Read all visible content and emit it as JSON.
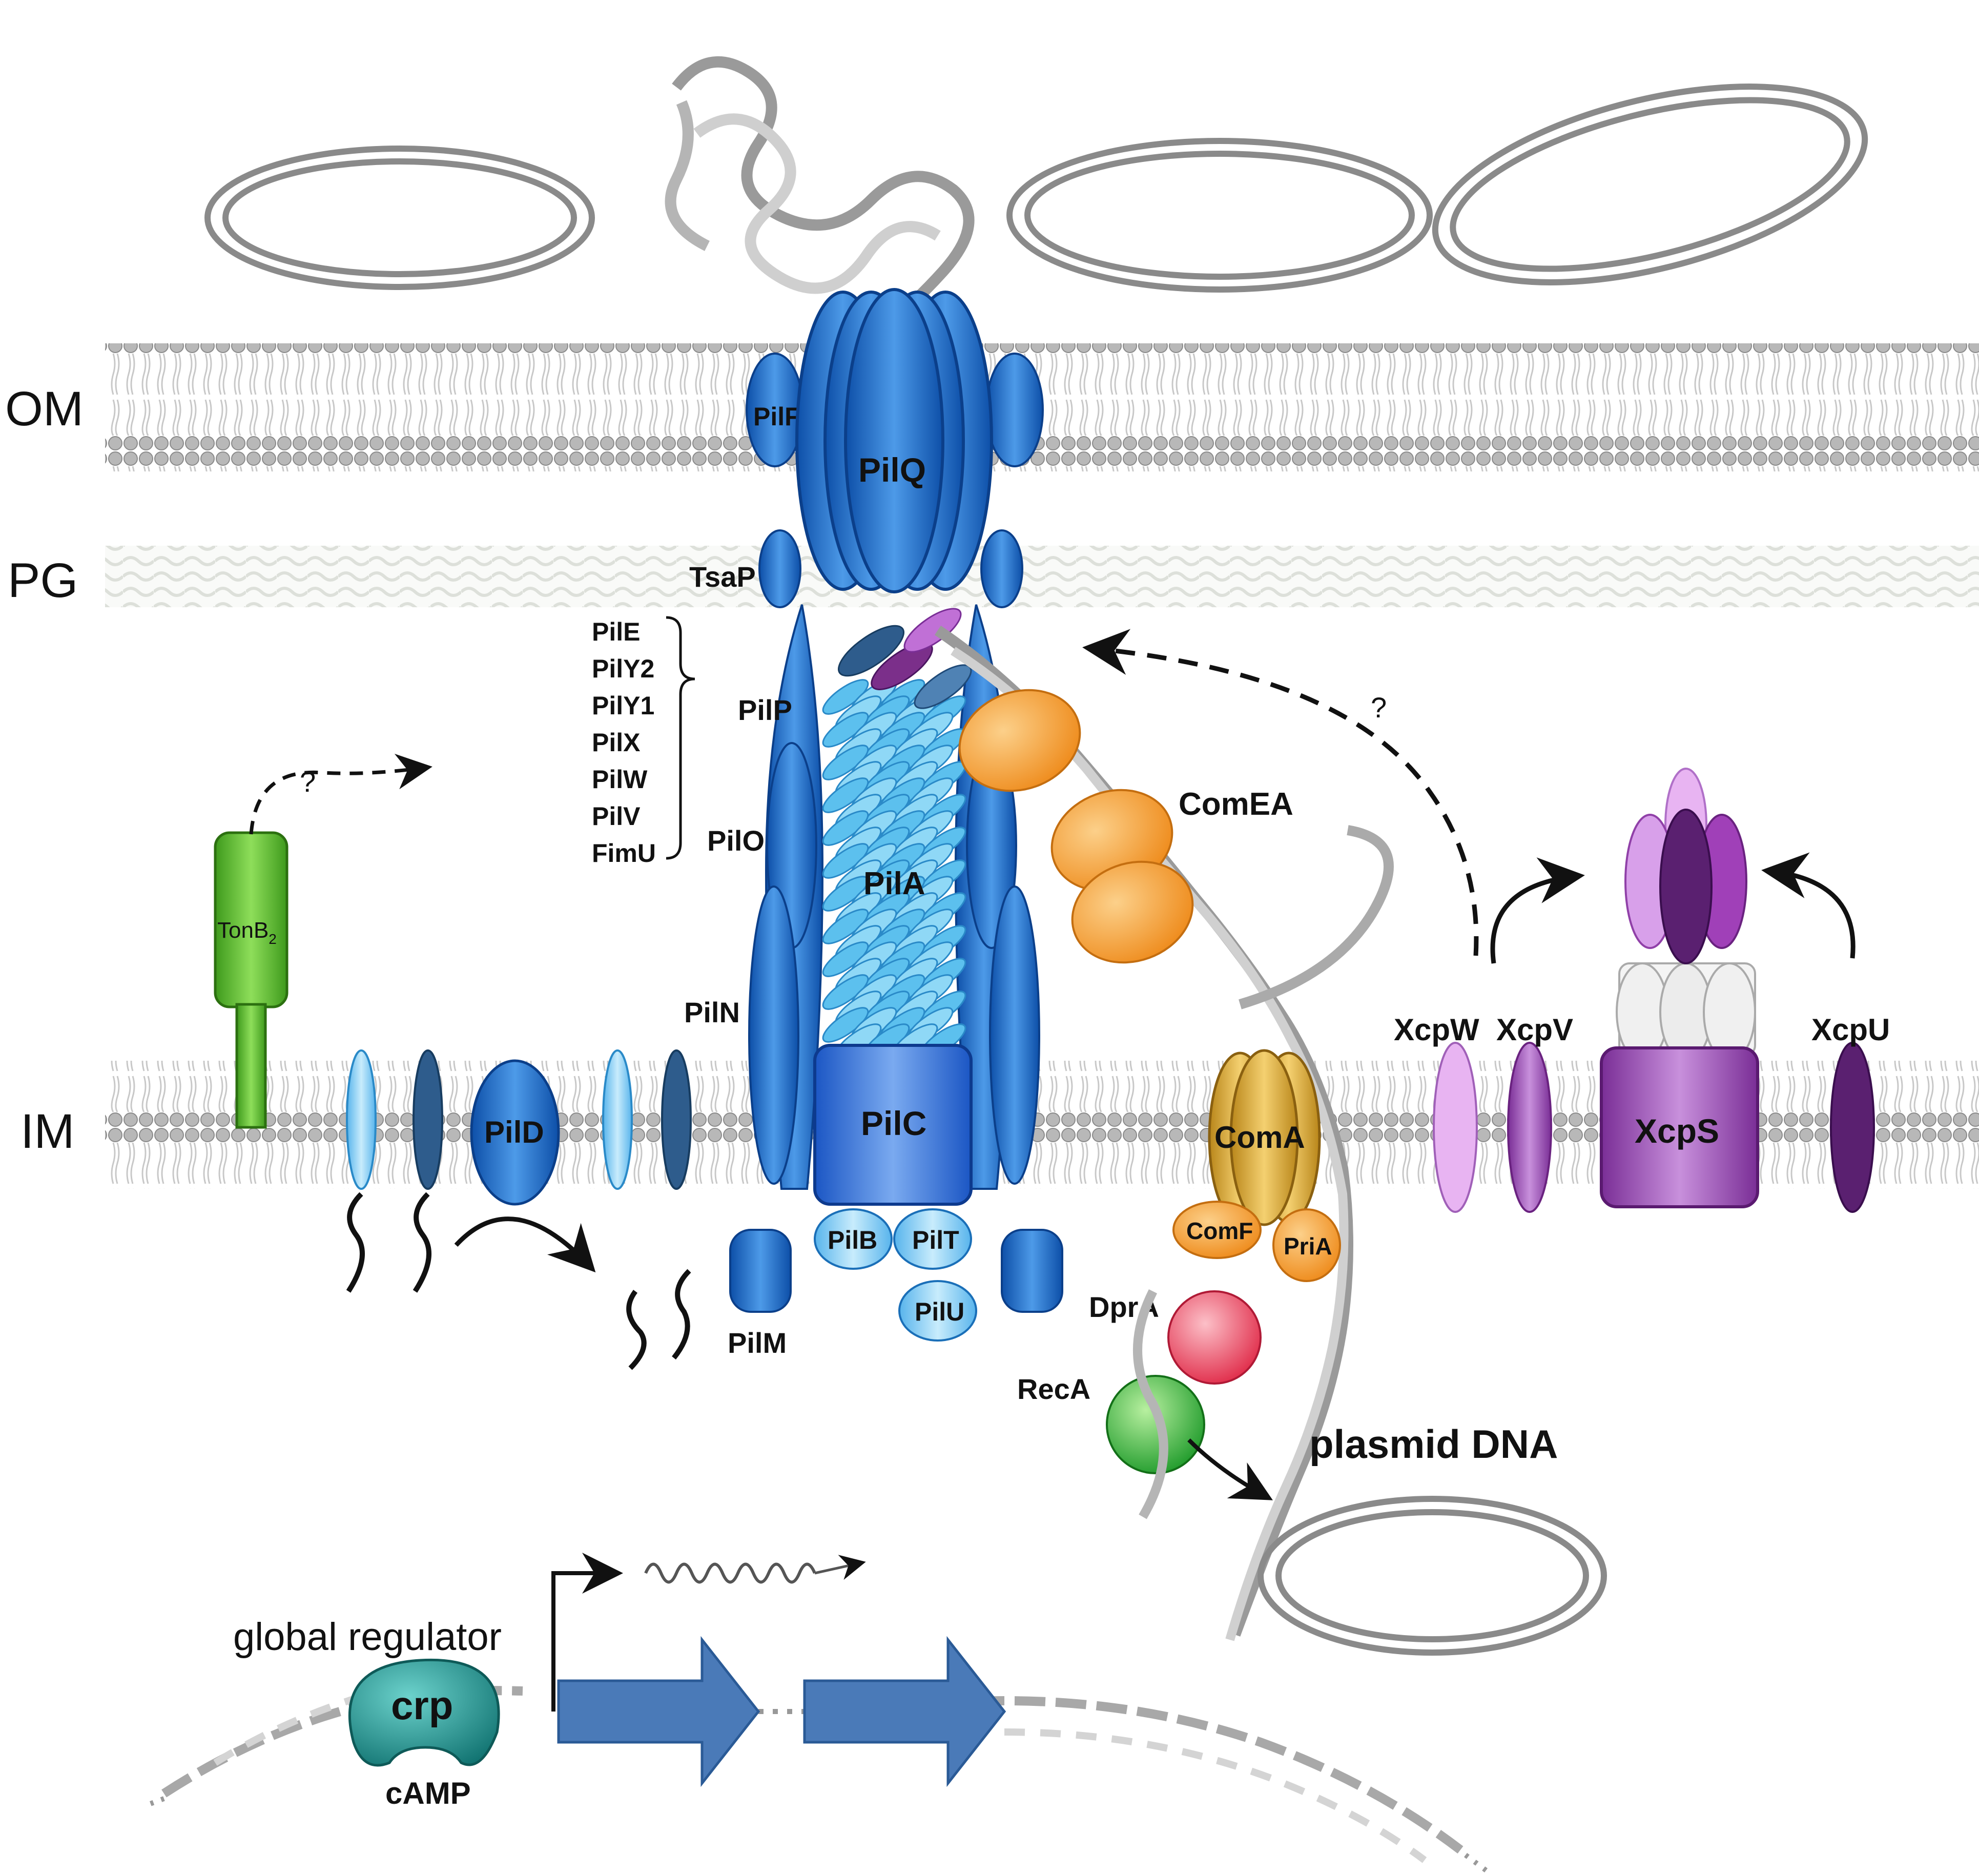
{
  "membranes": {
    "outer": "OM",
    "peptidoglycan": "PG",
    "inner": "IM"
  },
  "proteins": {
    "pilf": "PilF",
    "pilq": "PilQ",
    "tsap": "TsaP",
    "pilp": "PilP",
    "pilo": "PilO",
    "pilan": "PilN",
    "pilm": "PilM",
    "pila": "PilA",
    "pilc": "PilC",
    "pilb": "PilB",
    "pilt": "PilT",
    "pilu": "PilU",
    "pild": "PilD",
    "tonb_main": "TonB",
    "tonb_sub": "2",
    "comea": "ComEA",
    "coma": "ComA",
    "comf": "ComF",
    "pria": "PriA",
    "dpra": "DprA",
    "reca": "RecA",
    "xcpw": "XcpW",
    "xcpv": "XcpV",
    "xcpu": "XcpU",
    "xcps": "XcpS"
  },
  "minor_pilins": [
    "PilE",
    "PilY2",
    "PilY1",
    "PilX",
    "PilW",
    "PilV",
    "FimU"
  ],
  "question_marks": {
    "tonb": "?",
    "secretion": "?"
  },
  "plasmid_label": "plasmid DNA",
  "regulation": {
    "regulator_label": "global regulator",
    "crp": "crp",
    "camp": "cAMP"
  },
  "colors": {
    "pil_blue": "#1a6fc8",
    "pilin_light": "#7fd0f4",
    "tonb_green": "#5cb833",
    "comea_orange": "#f59a2e",
    "coma_gold": "#d9a72a",
    "xcp_purple": "#a050b8",
    "crp_teal": "#1f8c8a",
    "gene_arrow": "#4a7ab8",
    "dpra_red": "#e8455c",
    "reca_green": "#2fa83a"
  }
}
